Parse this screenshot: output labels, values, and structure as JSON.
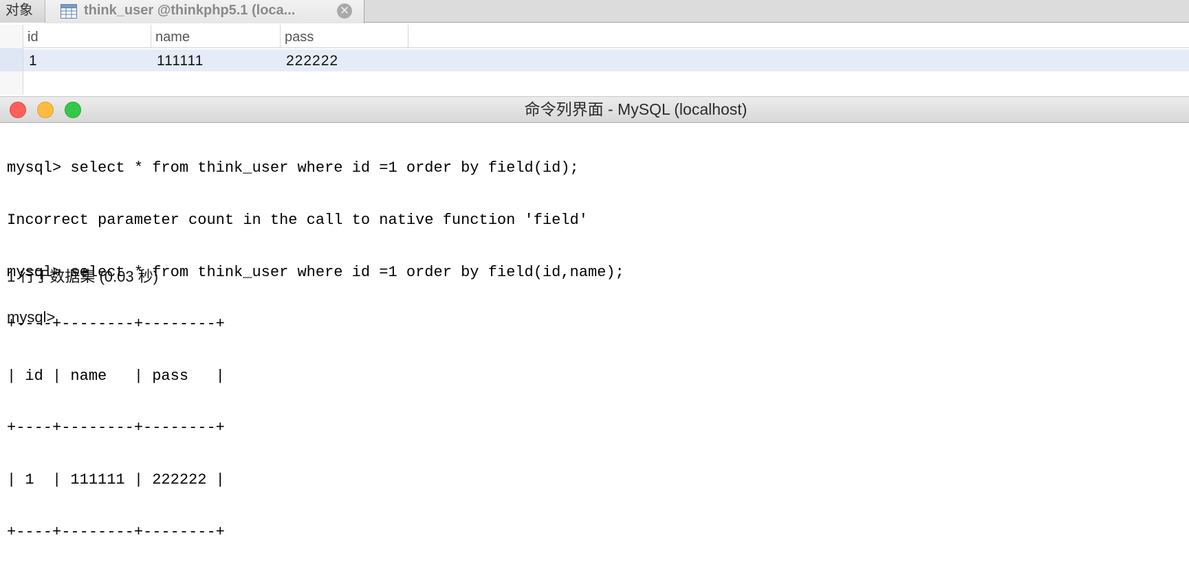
{
  "tabs": {
    "objects_label": "对象",
    "active_label": "think_user @thinkphp5.1 (loca...",
    "table_icon": "table-icon",
    "close_icon": "close-icon",
    "close_glyph": "✕"
  },
  "grid": {
    "columns": [
      "id",
      "name",
      "pass"
    ],
    "rows": [
      [
        "1",
        "111111",
        "222222"
      ]
    ]
  },
  "terminal": {
    "title": "命令列界面 - MySQL (localhost)",
    "lines": [
      "mysql> select * from think_user where id =1 order by field(id);",
      "Incorrect parameter count in the call to native function 'field'",
      "mysql> select * from think_user where id =1 order by field(id,name);",
      "+----+--------+--------+",
      "| id | name   | pass   |",
      "+----+--------+--------+",
      "| 1  | 111111 | 222222 |",
      "+----+--------+--------+"
    ],
    "summary": "1 行于数据集 (0.03 秒)",
    "prompt": "mysql>"
  },
  "colors": {
    "selected_row": "#e5ecf8",
    "traffic_close": "#fc605b",
    "traffic_minimize": "#fdbc40",
    "traffic_maximize": "#34c84a"
  }
}
